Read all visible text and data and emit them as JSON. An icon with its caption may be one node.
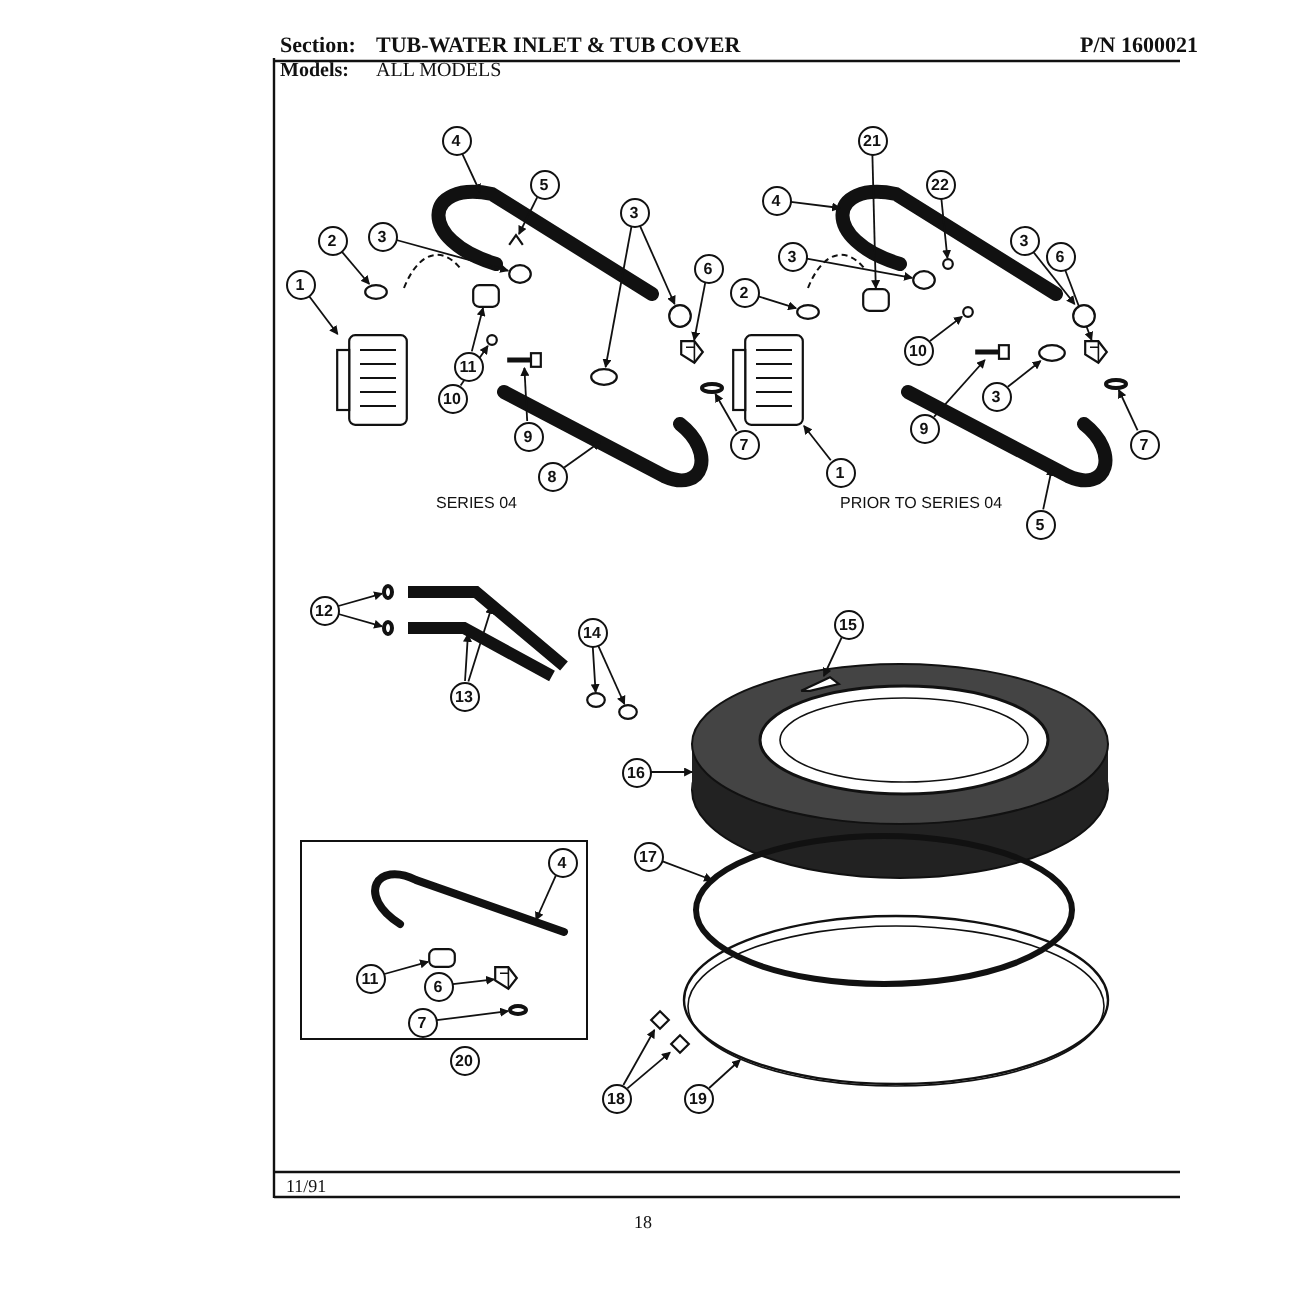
{
  "diagram": {
    "nodes": [
      {
        "text": [
          "4"
        ]
      },
      {
        "text": [
          "5"
        ]
      },
      {
        "text": [
          "3"
        ]
      },
      {
        "text": [
          "2"
        ]
      },
      {
        "text": [
          "3"
        ]
      },
      {
        "text": [
          "6"
        ]
      },
      {
        "text": [
          "1"
        ]
      },
      {
        "text": [
          "11"
        ]
      },
      {
        "text": [
          "10"
        ]
      },
      {
        "text": [
          "9"
        ]
      },
      {
        "text": [
          "7"
        ]
      },
      {
        "text": [
          "8"
        ]
      },
      {
        "text": [
          "4"
        ]
      },
      {
        "text": [
          "21"
        ]
      },
      {
        "text": [
          "22"
        ]
      },
      {
        "text": [
          "3"
        ]
      },
      {
        "text": [
          "3"
        ]
      },
      {
        "text": [
          "6"
        ]
      },
      {
        "text": [
          "2"
        ]
      },
      {
        "text": [
          "10"
        ]
      },
      {
        "text": [
          "9"
        ]
      },
      {
        "text": [
          "3"
        ]
      },
      {
        "text": [
          "1"
        ]
      },
      {
        "text": [
          "7"
        ]
      },
      {
        "text": [
          "5"
        ]
      },
      {
        "text": [
          "12"
        ]
      },
      {
        "text": [
          "13"
        ]
      },
      {
        "text": [
          "14"
        ]
      },
      {
        "text": [
          "15"
        ]
      },
      {
        "text": [
          "16"
        ]
      },
      {
        "text": [
          "17"
        ]
      },
      {
        "text": [],
        "shape": "box"
      },
      {
        "text": [
          "4"
        ],
        "in": 31
      },
      {
        "text": [
          "11"
        ],
        "in": 31
      },
      {
        "text": [
          "6"
        ],
        "in": 31
      },
      {
        "text": [
          "7"
        ],
        "in": 31
      },
      {
        "text": [
          "20"
        ]
      },
      {
        "text": [
          "18"
        ]
      },
      {
        "text": [
          "19"
        ]
      },
      {
        "text": [],
        "shape": "picture"
      },
      {
        "text": [],
        "shape": "circle"
      },
      {
        "text": [],
        "shape": "circle"
      },
      {
        "text": [],
        "shape": "circle"
      },
      {
        "text": [],
        "shape": "circle"
      },
      {
        "text": [],
        "shape": "picture"
      },
      {
        "text": [],
        "shape": "picture"
      },
      {
        "text": [],
        "shape": "box"
      },
      {
        "text": [],
        "shape": "circle"
      },
      {
        "text": [],
        "shape": "picture"
      },
      {
        "text": [],
        "shape": "circle"
      },
      {
        "text": [],
        "shape": "box"
      },
      {
        "text": [],
        "shape": "circle"
      },
      {
        "text": [],
        "shape": "circle"
      },
      {
        "text": [],
        "shape": "circle"
      },
      {
        "text": [],
        "shape": "picture"
      },
      {
        "text": [],
        "shape": "circle"
      },
      {
        "text": [],
        "shape": "circle"
      },
      {
        "text": [],
        "shape": "picture"
      },
      {
        "text": [],
        "shape": "circle"
      },
      {
        "text": [],
        "shape": "picture"
      },
      {
        "text": [],
        "shape": "circle"
      },
      {
        "text": [],
        "shape": "circle"
      },
      {
        "text": [],
        "shape": "circle"
      },
      {
        "text": [],
        "shape": "circle"
      },
      {
        "text": [],
        "shape": "circle"
      },
      {
        "text": [],
        "shape": "picture"
      },
      {
        "text": [],
        "shape": "box",
        "in": 31
      },
      {
        "text": [],
        "shape": "picture",
        "in": 31
      },
      {
        "text": [],
        "shape": "circle",
        "in": 31
      },
      {
        "text": [],
        "shape": "picture"
      },
      {
        "text": [],
        "shape": "picture"
      }
    ],
    "edges": [
      {
        "from": 0,
        "to": null,
        "arrow": "to"
      },
      {
        "from": 1,
        "to": 39,
        "arrow": "to"
      },
      {
        "from": 2,
        "to": 40,
        "arrow": "to"
      },
      {
        "from": 3,
        "to": 41,
        "arrow": "to"
      },
      {
        "from": 4,
        "to": 42,
        "arrow": "to"
      },
      {
        "from": 4,
        "to": 43,
        "arrow": "to"
      },
      {
        "from": 5,
        "to": 44,
        "arrow": "to"
      },
      {
        "from": 6,
        "to": 45,
        "arrow": "to"
      },
      {
        "from": 7,
        "to": 46,
        "arrow": "to"
      },
      {
        "from": 8,
        "to": 47,
        "arrow": "to"
      },
      {
        "from": 9,
        "to": 48,
        "arrow": "to"
      },
      {
        "from": 10,
        "to": 49,
        "arrow": "to"
      },
      {
        "from": 11,
        "to": null,
        "arrow": "to"
      },
      {
        "from": 12,
        "to": null,
        "arrow": "to"
      },
      {
        "from": 13,
        "to": 50,
        "arrow": "to"
      },
      {
        "from": 14,
        "to": 51,
        "arrow": "to"
      },
      {
        "from": 15,
        "to": 52,
        "arrow": "to"
      },
      {
        "from": 16,
        "to": 53,
        "arrow": "to"
      },
      {
        "from": 17,
        "to": 54,
        "arrow": "to"
      },
      {
        "from": 18,
        "to": 55,
        "arrow": "to"
      },
      {
        "from": 19,
        "to": 56,
        "arrow": "to"
      },
      {
        "from": 20,
        "to": 57,
        "arrow": "to"
      },
      {
        "from": 21,
        "to": 58,
        "arrow": "to"
      },
      {
        "from": 22,
        "to": 59,
        "arrow": "to"
      },
      {
        "from": 23,
        "to": 60,
        "arrow": "to"
      },
      {
        "from": 24,
        "to": null,
        "arrow": "to"
      },
      {
        "from": 25,
        "to": 61,
        "arrow": "to"
      },
      {
        "from": 25,
        "to": 62,
        "arrow": "to"
      },
      {
        "from": 26,
        "to": null,
        "arrow": "to"
      },
      {
        "from": 26,
        "to": null,
        "arrow": "to"
      },
      {
        "from": 27,
        "to": 63,
        "arrow": "to"
      },
      {
        "from": 27,
        "to": 64,
        "arrow": "to"
      },
      {
        "from": 28,
        "to": 65,
        "arrow": "to"
      },
      {
        "from": 29,
        "to": null,
        "arrow": "to"
      },
      {
        "from": 30,
        "to": null,
        "arrow": "to"
      },
      {
        "from": 32,
        "to": null,
        "arrow": "to"
      },
      {
        "from": 33,
        "to": 66,
        "arrow": "to"
      },
      {
        "from": 34,
        "to": 67,
        "arrow": "to"
      },
      {
        "from": 35,
        "to": 68,
        "arrow": "to"
      },
      {
        "from": 37,
        "to": 69,
        "arrow": "to"
      },
      {
        "from": 37,
        "to": 70,
        "arrow": "to"
      },
      {
        "from": 38,
        "to": null,
        "arrow": "to"
      }
    ],
    "labels": [
      "Section:",
      "TUB-WATER INLET & TUB COVER",
      "P/N 1600021",
      "Models:",
      "ALL MODELS",
      "SERIES 04",
      "PRIOR TO SERIES 04",
      "11/91",
      "18"
    ]
  }
}
